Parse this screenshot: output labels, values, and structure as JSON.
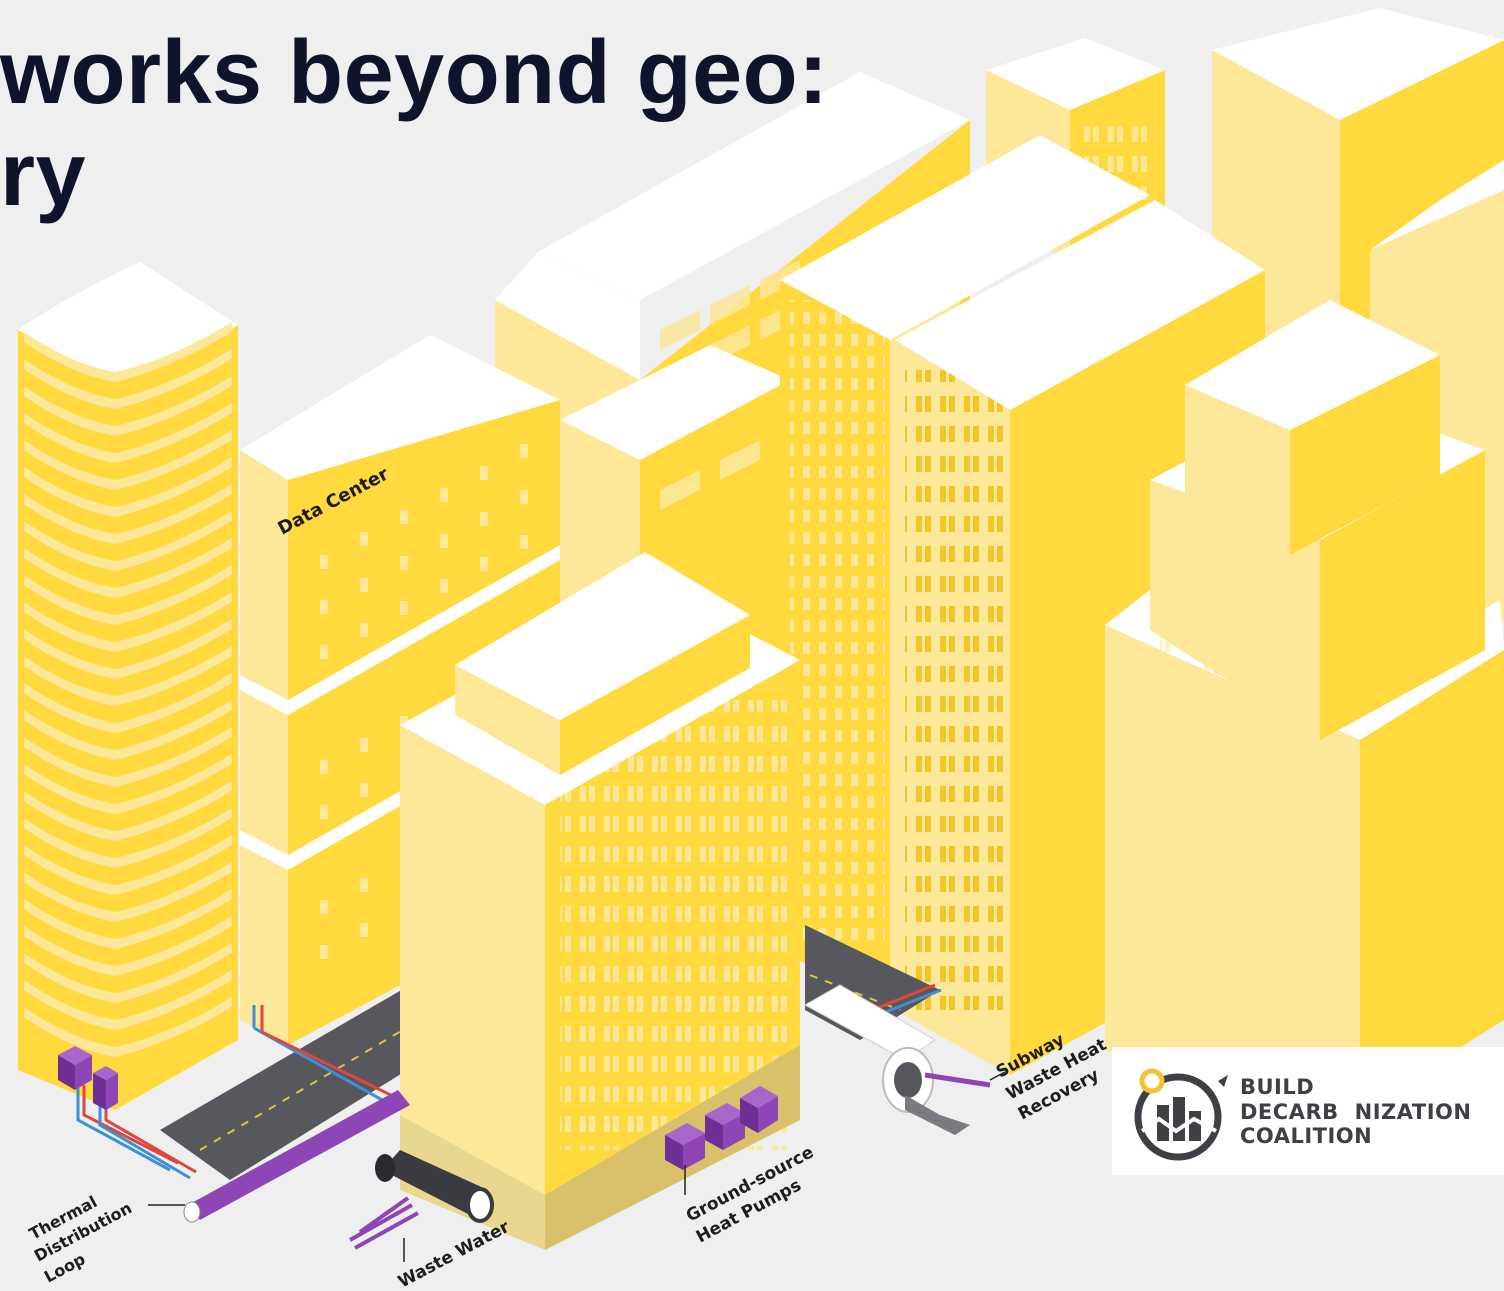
{
  "slide": {
    "title_line_1": "works beyond geo:",
    "title_line_2": "ry"
  },
  "labels": {
    "data_center": "Data Center",
    "thermal_loop": [
      "Thermal",
      "Distribution",
      "Loop"
    ],
    "waste_water": "Waste Water",
    "heat_pumps": [
      "Ground-source",
      "Heat Pumps"
    ],
    "subway": [
      "Subway",
      "Waste Heat",
      "Recovery"
    ]
  },
  "logo": {
    "line_1": "BUILD",
    "line_2": "DECARB",
    "line_2b": "NIZATION",
    "line_3": "COALITION"
  },
  "colors": {
    "background": "#efefef",
    "building_yellow": "#ffd93d",
    "building_light": "#fde89a",
    "roof": "#ffffff",
    "street": "#56585e",
    "pipe_purple": "#8e45b5",
    "pipe_red": "#e0463c",
    "pipe_blue": "#3d8fd6",
    "title_text": "#10142a"
  }
}
